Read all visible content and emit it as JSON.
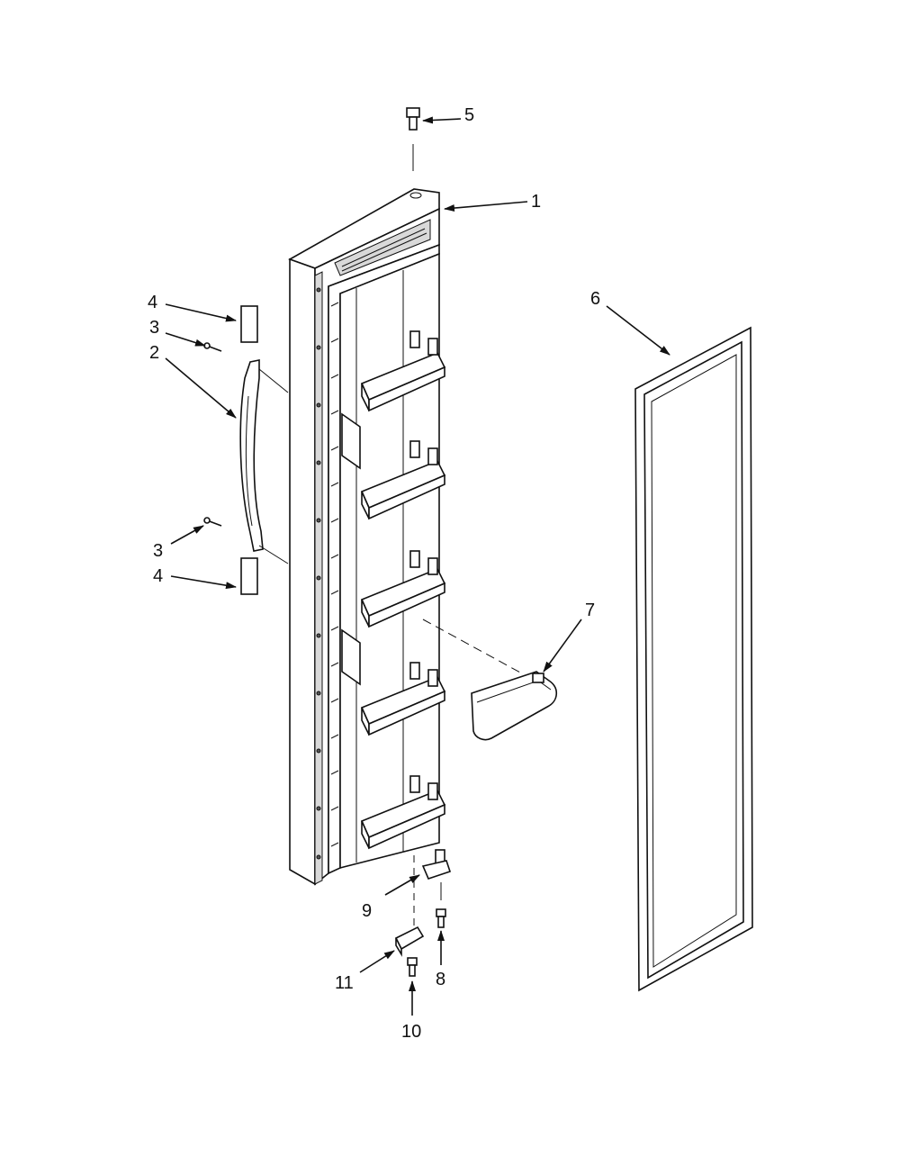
{
  "callouts": {
    "c1": "1",
    "c2": "2",
    "c3a": "3",
    "c3b": "3",
    "c4a": "4",
    "c4b": "4",
    "c5": "5",
    "c6": "6",
    "c7": "7",
    "c8": "8",
    "c9": "9",
    "c10": "10",
    "c11": "11"
  }
}
